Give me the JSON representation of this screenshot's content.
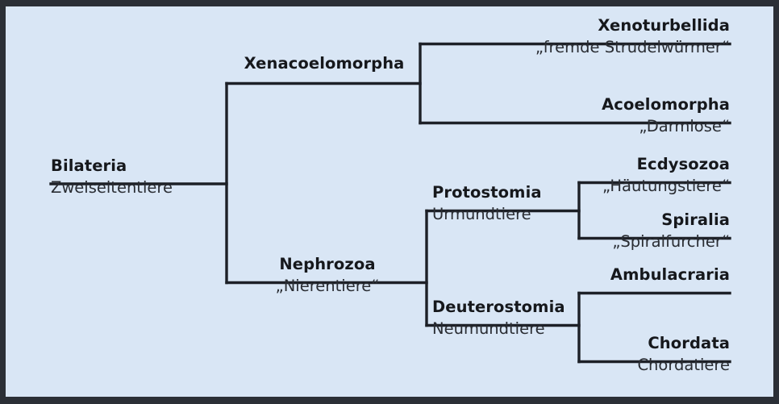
{
  "figure": {
    "kind": "cladogram",
    "subject": "Bilateria phylogeny",
    "background_color": "#d9e6f5",
    "border_color": "#2b2f36",
    "line_color": "#1d2027",
    "text_color": "#16181c"
  },
  "taxa": {
    "bilateria": {
      "scientific": "Bilateria",
      "german": "Zweiseitentiere"
    },
    "xenacoelomorpha": {
      "scientific": "Xenacoelomorpha",
      "german": ""
    },
    "xenoturbellida": {
      "scientific": "Xenoturbellida",
      "german": "„fremde Strudelwürmer“"
    },
    "acoelomorpha": {
      "scientific": "Acoelomorpha",
      "german": "„Darmlose“"
    },
    "nephrozoa": {
      "scientific": "Nephrozoa",
      "german": "„Nierentiere“"
    },
    "protostomia": {
      "scientific": "Protostomia",
      "german": "Urmundtiere"
    },
    "ecdysozoa": {
      "scientific": "Ecdysozoa",
      "german": "„Häutungstiere“"
    },
    "spiralia": {
      "scientific": "Spiralia",
      "german": "„Spiralfurcher“"
    },
    "deuterostomia": {
      "scientific": "Deuterostomia",
      "german": "Neumundtiere"
    },
    "ambulacraria": {
      "scientific": "Ambulacraria",
      "german": ""
    },
    "chordata": {
      "scientific": "Chordata",
      "german": "Chordatiere"
    }
  },
  "chart_data": {
    "type": "diagram",
    "title": "Bilateria",
    "nodes": [
      {
        "id": "bilateria",
        "scientific": "Bilateria",
        "german": "Zweiseitentiere",
        "depth": 0,
        "parent": null
      },
      {
        "id": "xenacoelomorpha",
        "scientific": "Xenacoelomorpha",
        "german": "",
        "depth": 1,
        "parent": "bilateria"
      },
      {
        "id": "nephrozoa",
        "scientific": "Nephrozoa",
        "german": "„Nierentiere“",
        "depth": 1,
        "parent": "bilateria"
      },
      {
        "id": "xenoturbellida",
        "scientific": "Xenoturbellida",
        "german": "„fremde Strudelwürmer“",
        "depth": 2,
        "parent": "xenacoelomorpha"
      },
      {
        "id": "acoelomorpha",
        "scientific": "Acoelomorpha",
        "german": "„Darmlose“",
        "depth": 2,
        "parent": "xenacoelomorpha"
      },
      {
        "id": "protostomia",
        "scientific": "Protostomia",
        "german": "Urmundtiere",
        "depth": 2,
        "parent": "nephrozoa"
      },
      {
        "id": "deuterostomia",
        "scientific": "Deuterostomia",
        "german": "Neumundtiere",
        "depth": 2,
        "parent": "nephrozoa"
      },
      {
        "id": "ecdysozoa",
        "scientific": "Ecdysozoa",
        "german": "„Häutungstiere“",
        "depth": 3,
        "parent": "protostomia"
      },
      {
        "id": "spiralia",
        "scientific": "Spiralia",
        "german": "„Spiralfurcher“",
        "depth": 3,
        "parent": "protostomia"
      },
      {
        "id": "ambulacraria",
        "scientific": "Ambulacraria",
        "german": "",
        "depth": 3,
        "parent": "deuterostomia"
      },
      {
        "id": "chordata",
        "scientific": "Chordata",
        "german": "Chordatiere",
        "depth": 3,
        "parent": "deuterostomia"
      }
    ],
    "edges": [
      [
        "bilateria",
        "xenacoelomorpha"
      ],
      [
        "bilateria",
        "nephrozoa"
      ],
      [
        "xenacoelomorpha",
        "xenoturbellida"
      ],
      [
        "xenacoelomorpha",
        "acoelomorpha"
      ],
      [
        "nephrozoa",
        "protostomia"
      ],
      [
        "nephrozoa",
        "deuterostomia"
      ],
      [
        "protostomia",
        "ecdysozoa"
      ],
      [
        "protostomia",
        "spiralia"
      ],
      [
        "deuterostomia",
        "ambulacraria"
      ],
      [
        "deuterostomia",
        "chordata"
      ]
    ]
  }
}
